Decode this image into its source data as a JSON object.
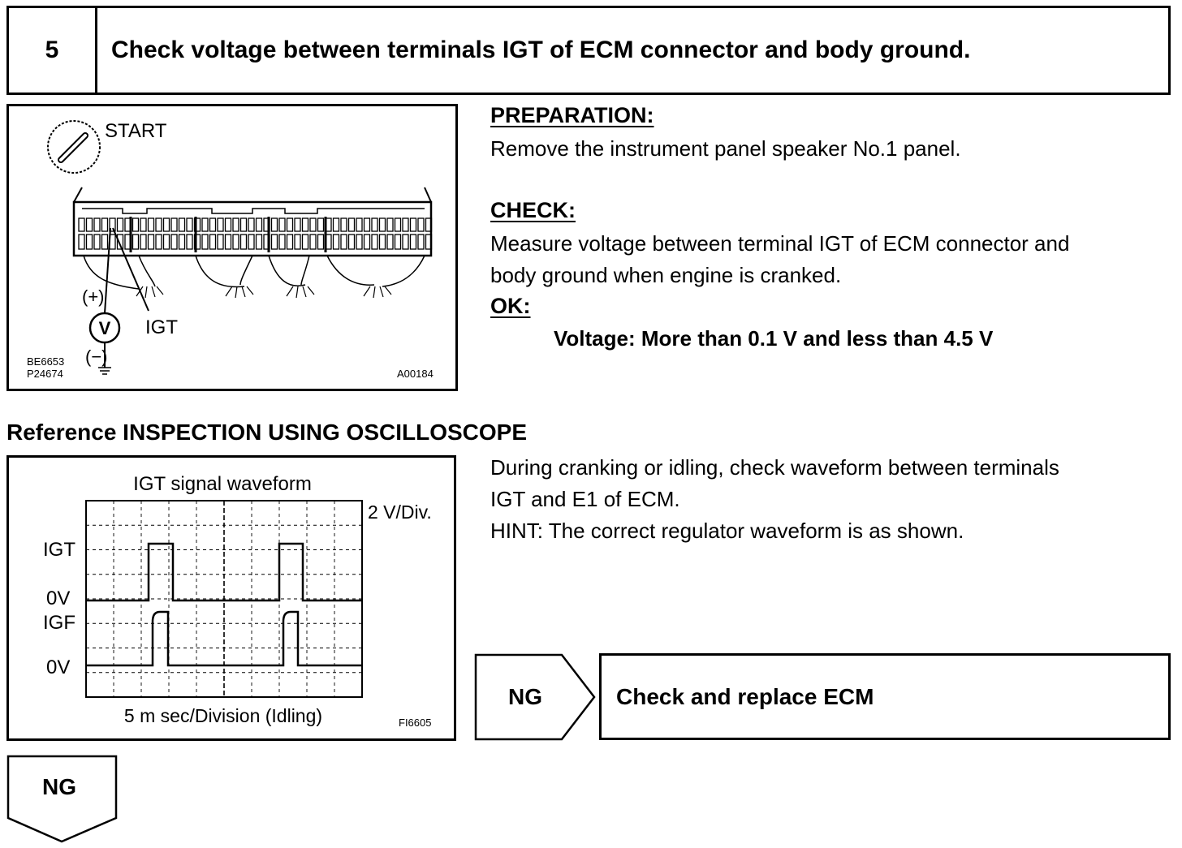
{
  "step": {
    "number": "5",
    "title": "Check voltage between terminals IGT of ECM connector and body ground."
  },
  "figure1": {
    "start_label": "START",
    "plus_label": "(+)",
    "minus_label": "(−)",
    "meter_label": "V",
    "terminal_label": "IGT",
    "code_left_1": "BE6653",
    "code_left_2": "P24674",
    "code_right": "A00184",
    "icon": "ignition-key-icon"
  },
  "preparation": {
    "label": "PREPARATION:",
    "text": "Remove the instrument panel speaker No.1 panel."
  },
  "check": {
    "label": "CHECK:",
    "line1": "Measure voltage between terminal IGT of ECM connector and",
    "line2": "body ground when engine is cranked."
  },
  "ok": {
    "label": "OK:",
    "spec": "Voltage: More than 0.1 V and less than 4.5 V"
  },
  "reference": {
    "heading": "Reference  INSPECTION USING OSCILLOSCOPE",
    "line1": "During cranking or idling, check waveform between terminals",
    "line2": "IGT and E1 of ECM.",
    "hint": "HINT: The correct regulator waveform is as shown."
  },
  "figure2": {
    "title": "IGT signal waveform",
    "scale": "2 V/Div.",
    "label_igt": "IGT",
    "label_0v_top": "0V",
    "label_igf": "IGF",
    "label_0v_bottom": "0V",
    "time_label": "5 m sec/Division (Idling)",
    "code": "FI6605"
  },
  "ng_right": {
    "label": "NG",
    "action": "Check and replace ECM"
  },
  "ng_bottom": {
    "label": "NG"
  }
}
